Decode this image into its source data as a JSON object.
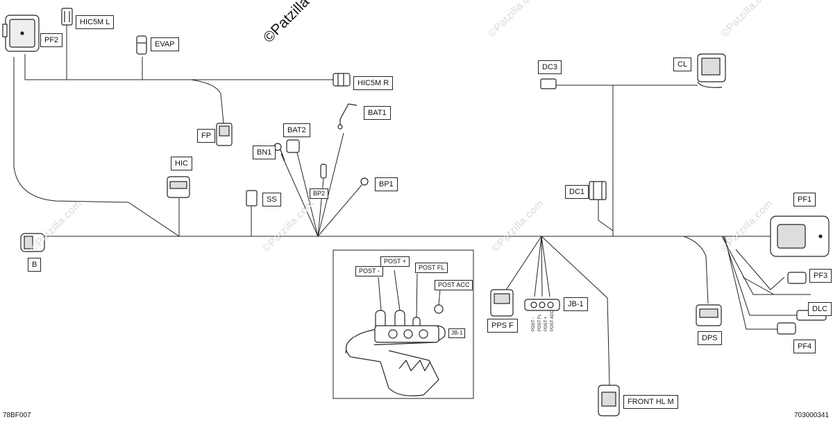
{
  "watermark": {
    "main": "©Patzilla",
    "faint": "©Patzilla.com"
  },
  "codes": {
    "left": "78BF007",
    "right": "703000341"
  },
  "labels": {
    "pf2": "PF2",
    "hic5m_l": "HIC5M L",
    "evap": "EVAP",
    "hic5m_r": "HIC5M R",
    "fp": "FP",
    "hic": "HIC",
    "bn1": "BN1",
    "bat2": "BAT2",
    "bat1": "BAT1",
    "bp2": "BP2",
    "bp1": "BP1",
    "ss": "SS",
    "b": "B",
    "dc3": "DC3",
    "cl": "CL",
    "dc1": "DC1",
    "pf1": "PF1",
    "pf3": "PF3",
    "dlc": "DLC",
    "pf4": "PF4",
    "dps": "DPS",
    "pps_f": "PPS F",
    "jb1": "JB-1",
    "front_hl_m": "FRONT HL M"
  },
  "inset": {
    "post_minus": "POST -",
    "post_plus": "POST +",
    "post_fl": "POST FL",
    "post_acc": "POST ACC",
    "jb1_tag": "JB-1"
  },
  "jb_terms": [
    "POST -",
    "POST FL",
    "POST +",
    "POST ACC"
  ]
}
